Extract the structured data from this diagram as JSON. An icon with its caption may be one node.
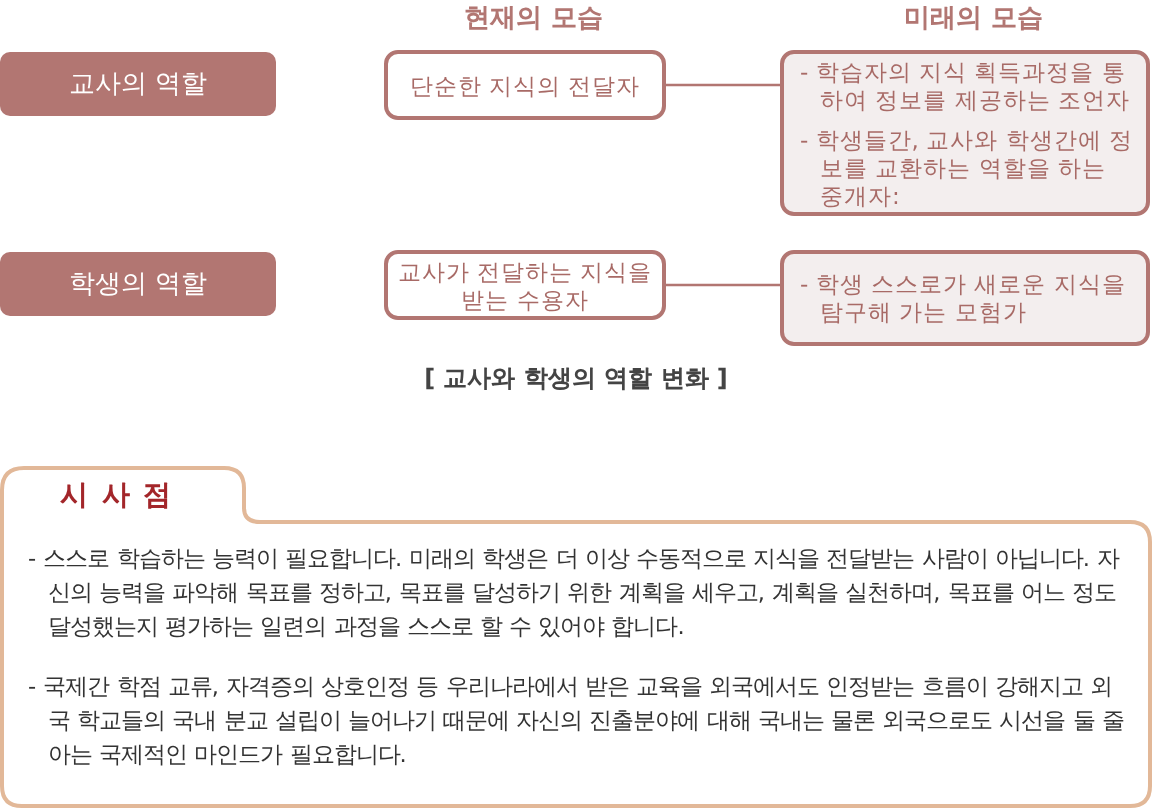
{
  "diagram": {
    "caption": "[ 교사와 학생의 역할 변화 ]",
    "nodes": [
      {
        "text": [
          "교사의 역할"
        ]
      },
      {
        "text": [
          "단순한 지식의 전달자"
        ]
      },
      {
        "text": [
          "- 학습자의 지식 획득과정을 통하여 정보를 제공하는 조언자",
          "- 학생들간, 교사와 학생간에 정보를 교환하는 역할을 하는 중개자:"
        ]
      },
      {
        "text": [
          "학생의 역할"
        ]
      },
      {
        "text": [
          "교사가 전달하는 지식을 받는 수용자"
        ]
      },
      {
        "text": [
          "- 학생 스스로가 새로운 지식을 탐구해 가는 모험가"
        ]
      },
      {
        "text": [
          "시 사 점",
          "- 스스로 학습하는 능력이 필요합니다. 미래의 학생은 더 이상 수동적으로 지식을 전달받는 사람이 아닙니다. 자신의 능력을 파악해 목표를 정하고, 목표를 달성하기 위한 계획을 세우고, 계획을 실천하며, 목표를 어느 정도 달성했는지 평가하는 일련의 과정을 스스로 할 수 있어야 합니다.",
          "- 국제간 학점 교류, 자격증의 상호인정 등 우리나라에서 받은 교육을 외국에서도 인정받는 흐름이 강해지고 외국 학교들의 국내 분교 설립이 늘어나기 때문에 자신의 진출분야에 대해 국내는 물론 외국으로도 시선을 둘 줄 아는 국제적인 마인드가 필요합니다."
        ]
      }
    ],
    "edges": [
      {
        "from": 1,
        "to": 2,
        "arrow": "none"
      },
      {
        "from": 4,
        "to": 5,
        "arrow": "none"
      }
    ],
    "labels": [
      "현재의 모습",
      "미래의 모습"
    ]
  }
}
